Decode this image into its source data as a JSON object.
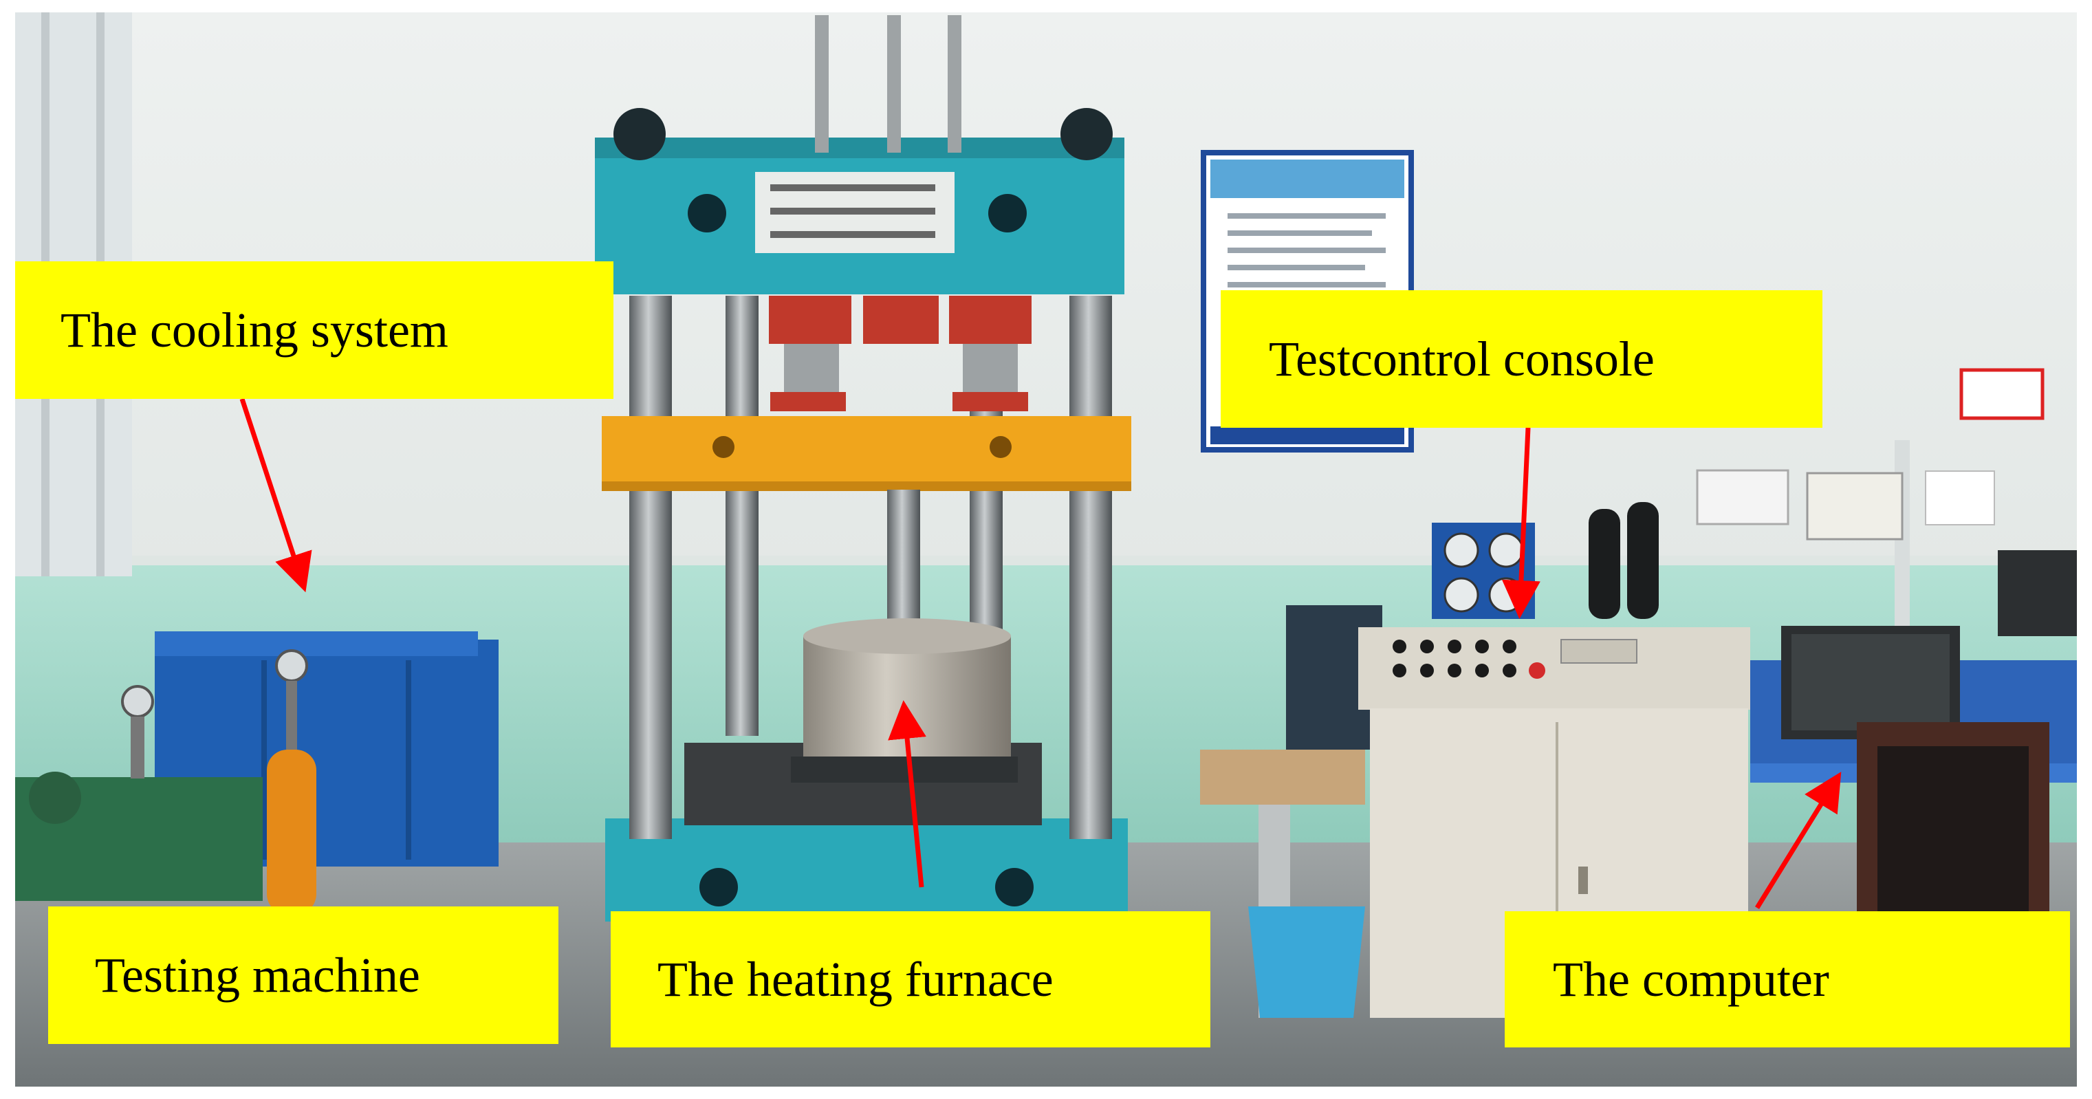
{
  "labels": {
    "cooling_system": "The cooling system",
    "testcontrol_console": "Testcontrol console",
    "testing_machine": "Testing machine",
    "heating_furnace": "The heating furnace",
    "computer": "The computer"
  },
  "colors": {
    "callout_bg": "#ffff00",
    "arrow": "#ff0000",
    "machine_cyan": "#2aa9b8",
    "crossbeam_orange": "#f0a51c",
    "wall_green": "#a9dccd",
    "wall_white": "#f2f4f3",
    "floor_gray": "#8e9496",
    "console_beige": "#e4e0d6"
  }
}
